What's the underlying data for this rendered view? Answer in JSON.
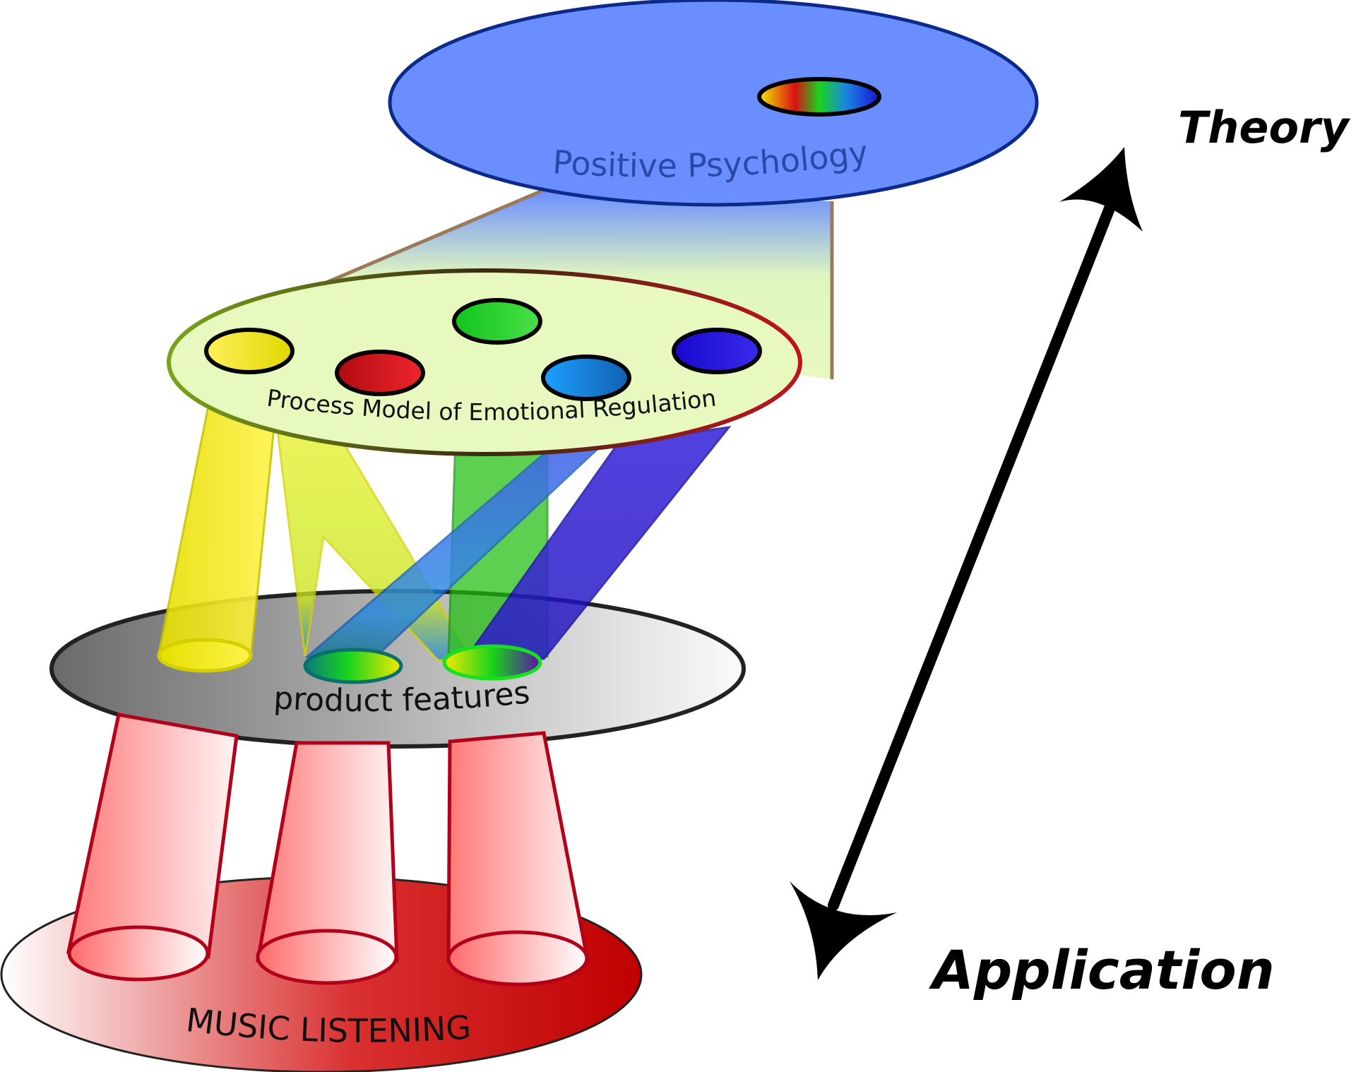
{
  "layers": {
    "theory": {
      "label": "Positive Psychology",
      "color": "#6b8eff"
    },
    "model": {
      "label": "Process Model of Emotional Regulation",
      "color": "#e8f9c0"
    },
    "features": {
      "label": "product features",
      "color": "#b9b9b9"
    },
    "application": {
      "label": "MUSIC LISTENING",
      "color": "#c00a0a"
    }
  },
  "axis": {
    "top_label": "Theory",
    "bottom_label": "Application"
  },
  "strategy_colors": [
    "#f3ea00",
    "#d90f14",
    "#18d41c",
    "#1a86e0",
    "#1e10d6"
  ]
}
